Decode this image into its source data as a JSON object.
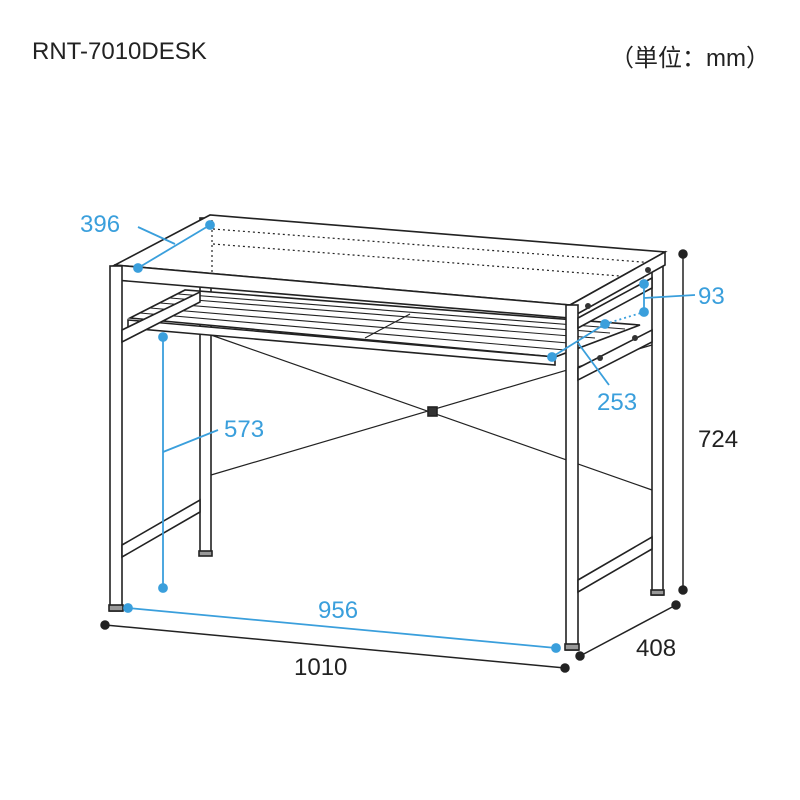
{
  "header": {
    "model": "RNT-7010DESK",
    "unit": "（単位：mm）"
  },
  "dimensions": {
    "depth_top": "396",
    "shelf_gap": "93",
    "shelf_depth": "253",
    "height_total": "724",
    "leg_clearance": "573",
    "inner_width": "956",
    "width_total": "1010",
    "depth_total": "408"
  },
  "colors": {
    "line": "#222222",
    "accent": "#3a9fdc"
  }
}
